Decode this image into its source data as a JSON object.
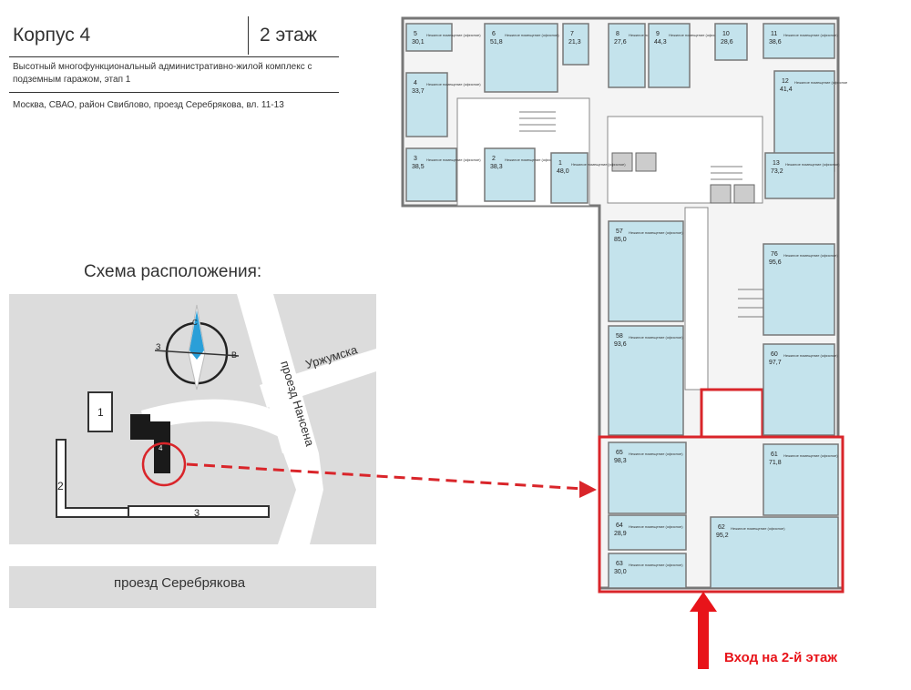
{
  "header": {
    "building": "Корпус 4",
    "floor": "2 этаж",
    "description": "Высотный многофункциональный административно-жилой комплекс с подземным гаражом, этап 1",
    "address": "Москва, СВАО, район Свиблово, проезд Серебрякова, вл. 11-13"
  },
  "scheme": {
    "title": "Схема расположения:",
    "compass": {
      "north": "С",
      "west": "З",
      "east": "В"
    },
    "buildings": [
      "1",
      "2",
      "3",
      "4"
    ],
    "streets": {
      "urzhumskaya": "Уржумска",
      "nansena": "проезд Нансена",
      "serebryakova": "проезд   Серебрякова"
    }
  },
  "plan": {
    "room_label": "Нежилое помещение (офисное)",
    "units": [
      {
        "id": "5",
        "area": "30,1"
      },
      {
        "id": "6",
        "area": "51,8"
      },
      {
        "id": "7",
        "area": "21,3"
      },
      {
        "id": "8",
        "area": "27,6"
      },
      {
        "id": "9",
        "area": "44,3"
      },
      {
        "id": "10",
        "area": "28,6"
      },
      {
        "id": "11",
        "area": "38,6"
      },
      {
        "id": "4",
        "area": "33,7"
      },
      {
        "id": "12",
        "area": "41,4"
      },
      {
        "id": "3",
        "area": "38,5"
      },
      {
        "id": "2",
        "area": "38,3"
      },
      {
        "id": "1",
        "area": "48,0"
      },
      {
        "id": "13",
        "area": "73,2"
      },
      {
        "id": "57",
        "area": "85,0"
      },
      {
        "id": "76",
        "area": "95,6"
      },
      {
        "id": "58",
        "area": "93,6"
      },
      {
        "id": "60",
        "area": "97,7"
      },
      {
        "id": "65",
        "area": "98,3"
      },
      {
        "id": "61",
        "area": "71,8"
      },
      {
        "id": "64",
        "area": "28,9"
      },
      {
        "id": "62",
        "area": "95,2"
      },
      {
        "id": "63",
        "area": "30,0"
      }
    ],
    "entrance": "Вход на 2-й этаж"
  },
  "colors": {
    "office": "#c4e3ec",
    "wall": "#777777",
    "highlight": "#d9252a",
    "map_bg": "#dcdcdc",
    "compass_needle": "#2a9fd8"
  }
}
